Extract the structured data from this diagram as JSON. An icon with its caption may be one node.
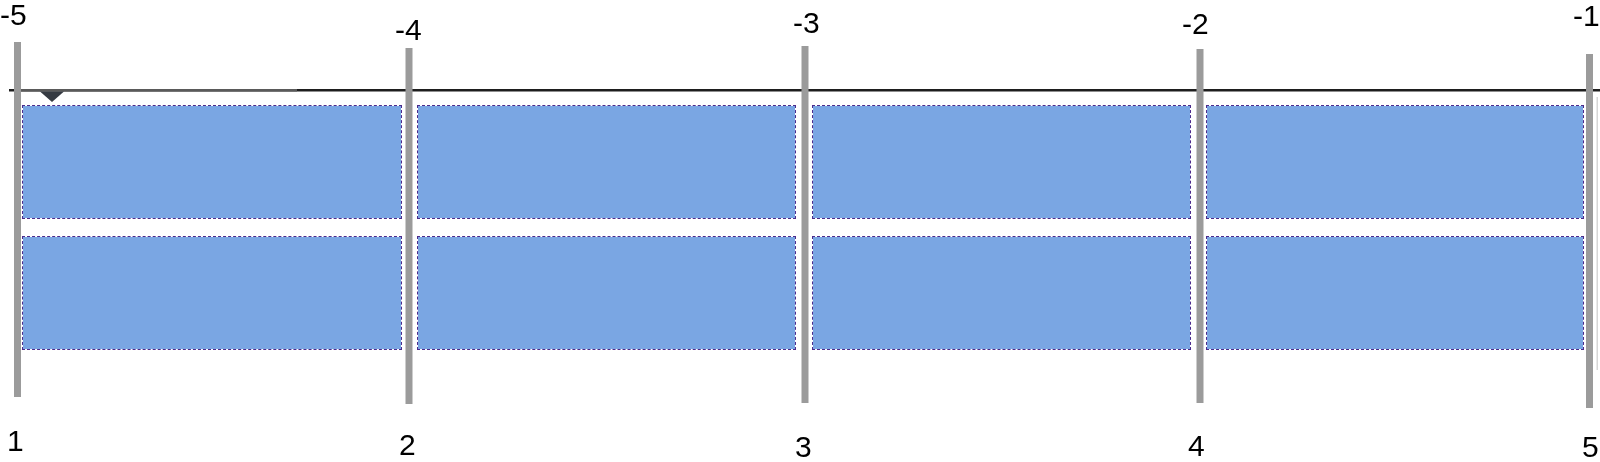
{
  "diagram": {
    "nodes": [
      {
        "text": [],
        "shape": "box"
      },
      {
        "text": [],
        "shape": "box"
      },
      {
        "text": [],
        "shape": "box"
      },
      {
        "text": [],
        "shape": "box"
      },
      {
        "text": [],
        "shape": "box"
      },
      {
        "text": [],
        "shape": "box"
      },
      {
        "text": [],
        "shape": "box"
      },
      {
        "text": [],
        "shape": "box"
      }
    ],
    "labels": [
      "-5",
      "-4",
      "-3",
      "-2",
      "-1",
      "1",
      "2",
      "3",
      "4",
      "5"
    ]
  }
}
